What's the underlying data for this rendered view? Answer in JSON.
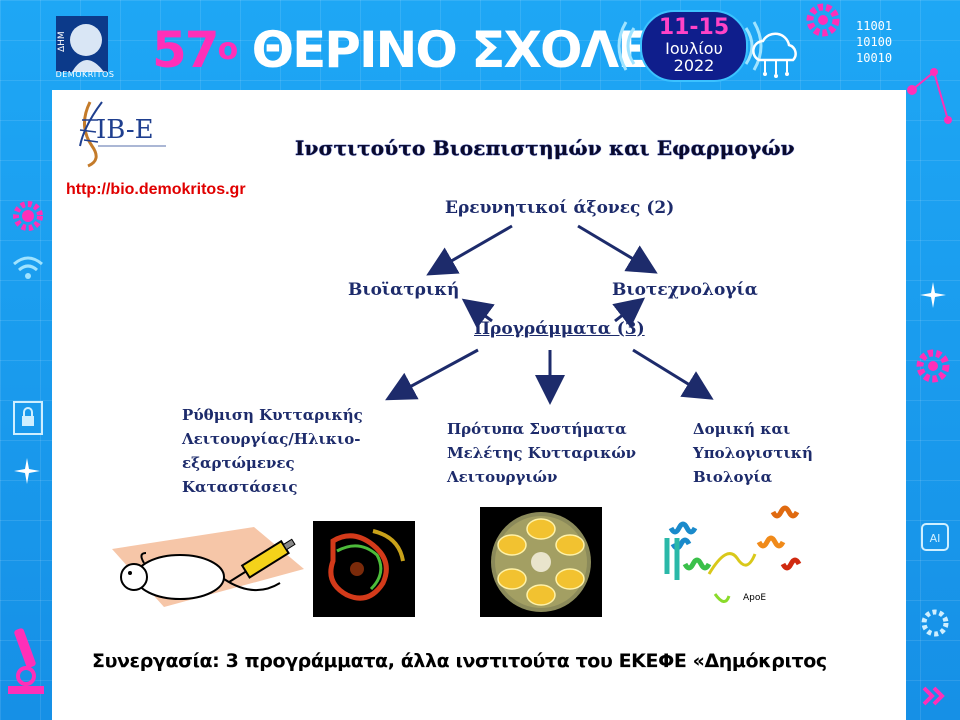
{
  "header": {
    "logo_text": "DEMOKRITOS",
    "title_number": "57",
    "title_degree": "o",
    "title_word": "ΘΕΡΙΝΟ ΣΧΟΛΕΙΟ",
    "date_range": "11-15",
    "date_month": "Ιουλίου",
    "date_year": "2022",
    "binary": [
      "11001",
      "10100",
      "10010"
    ]
  },
  "slide": {
    "logo_text": "IB-E",
    "institute_title": "Ινστιτούτο Βιοεπιστημών και Εφαρμογών",
    "url": "http://bio.demokritos.gr",
    "research_axes": "Ερευνητικοί άξονες (2)",
    "biomedicine": "Βιοϊατρική",
    "biotechnology": "Βιοτεχνολογία",
    "programs": "Προγράμματα (3)",
    "program1": [
      "Ρύθμιση Κυτταρικής",
      "Λειτουργίας/Ηλικιο-",
      "εξαρτώμενες",
      "Καταστάσεις"
    ],
    "program2": [
      "Πρότυπα Συστήματα",
      "Μελέτης Κυτταρικών",
      "Λειτουργιών"
    ],
    "program3": [
      "Δομική και",
      "Υπολογιστική",
      "Βιολογία"
    ],
    "protein_label": "ApoE",
    "footer": "Συνεργασία: 3 προγράμματα, άλλα ινστιτούτα του ΕΚΕΦΕ «Δημόκριτος"
  },
  "colors": {
    "frame_blue": "#1a9df0",
    "pink": "#ff2fb8",
    "navy_text": "#1d2b6b",
    "url_red": "#e00000",
    "pill_bg": "#0f1e8c"
  }
}
